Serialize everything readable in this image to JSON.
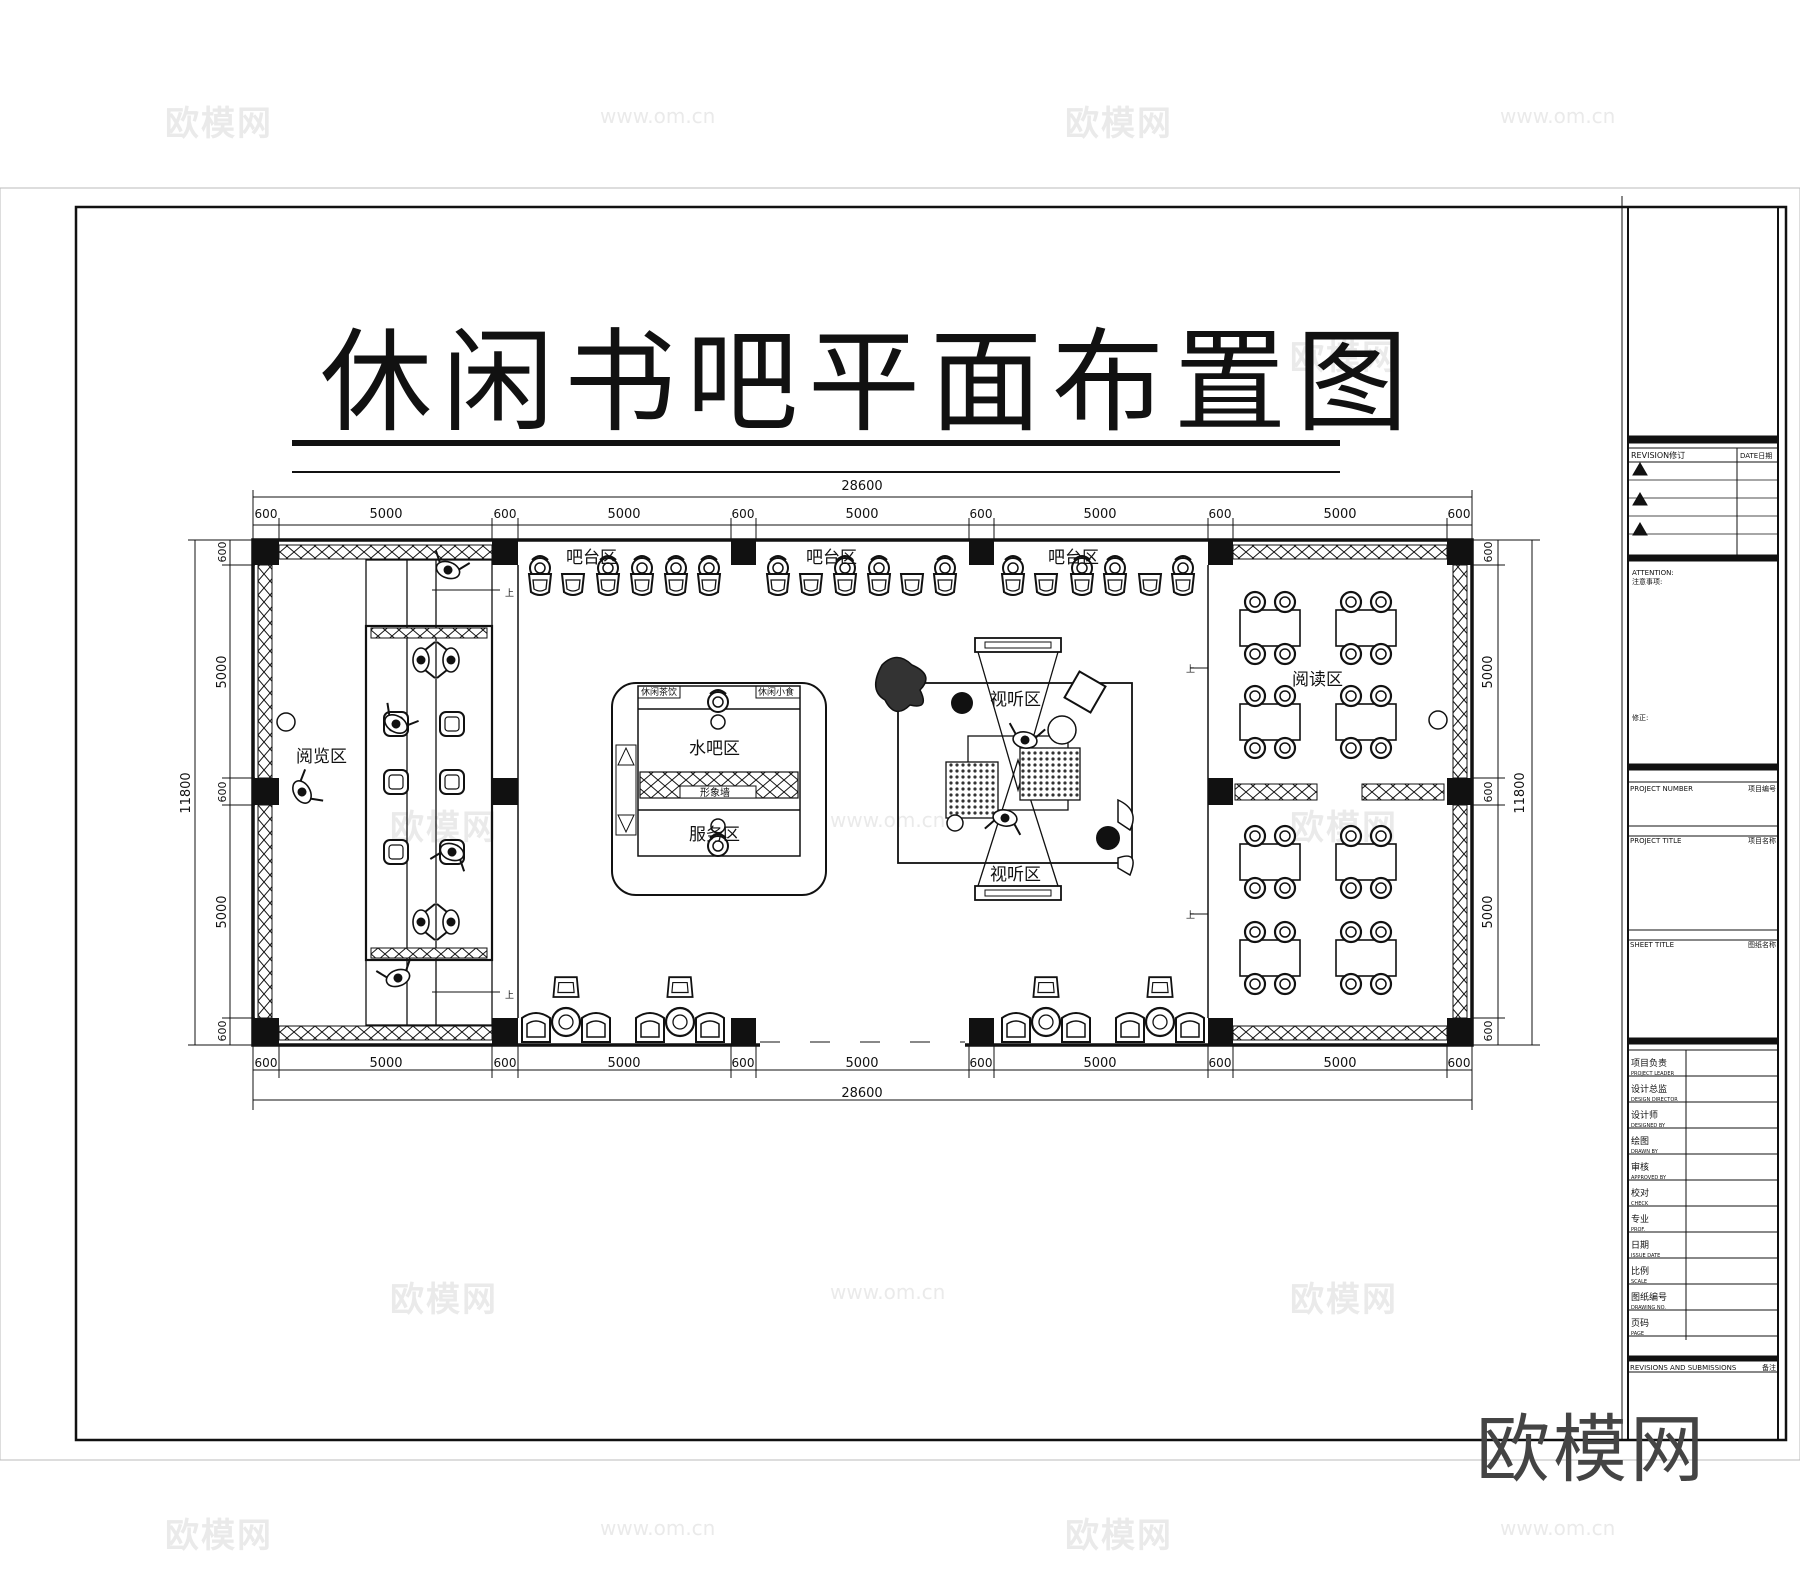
{
  "title": "休闲书吧平面布置图",
  "watermark": {
    "cn": "欧模网",
    "url": "www.om.cn",
    "brand": "欧模网"
  },
  "dimensions": {
    "overall": "28600",
    "top_row": [
      "600",
      "5000",
      "600",
      "5000",
      "600",
      "5000",
      "600",
      "5000",
      "600",
      "5000",
      "600"
    ],
    "bottom_row": [
      "600",
      "5000",
      "600",
      "5000",
      "600",
      "5000",
      "600",
      "5000",
      "600",
      "5000",
      "600"
    ],
    "left_col": [
      "600",
      "5000",
      "600",
      "5000",
      "600"
    ],
    "right_col": [
      "600",
      "5000",
      "600",
      "5000",
      "600"
    ],
    "height_total": "11800"
  },
  "zones": {
    "bar1": "吧台区",
    "bar2": "吧台区",
    "bar3": "吧台区",
    "browse": "阅览区",
    "water_bar": "水吧区",
    "service": "服务区",
    "image_wall": "形象墙",
    "tea": "休闲茶饮",
    "snack": "休闲小食",
    "av_top": "视听区",
    "av_bottom": "视听区",
    "reading": "阅读区",
    "stairs_up": "上"
  },
  "title_block": {
    "revision": "REVISION修订",
    "date": "DATE日期",
    "attention_en": "ATTENTION:",
    "attention_cn": "注意事项:",
    "correction": "修正:",
    "project_number": "PROJECT NUMBER",
    "project_number_cn": "项目编号",
    "project_title": "PROJECT TITLE",
    "project_title_cn": "项目名称",
    "sheet_title": "SHEET TITLE",
    "sheet_title_cn": "图纸名称",
    "rows": [
      {
        "cn": "项目负责",
        "en": "PROJECT LEADER"
      },
      {
        "cn": "设计总监",
        "en": "DESIGN DIRECTOR"
      },
      {
        "cn": "设计师",
        "en": "DESIGNED BY"
      },
      {
        "cn": "绘图",
        "en": "DRAWN BY"
      },
      {
        "cn": "审核",
        "en": "APPROVED BY"
      },
      {
        "cn": "校对",
        "en": "CHECK"
      },
      {
        "cn": "专业",
        "en": "PROF."
      },
      {
        "cn": "日期",
        "en": "ISSUE DATE"
      },
      {
        "cn": "比例",
        "en": "SCALE"
      },
      {
        "cn": "图纸编号",
        "en": "DRAWING NO."
      },
      {
        "cn": "页码",
        "en": "PAGE"
      }
    ],
    "revisions_submissions": "REVISIONS AND SUBMISSIONS",
    "remarks": "备注"
  }
}
